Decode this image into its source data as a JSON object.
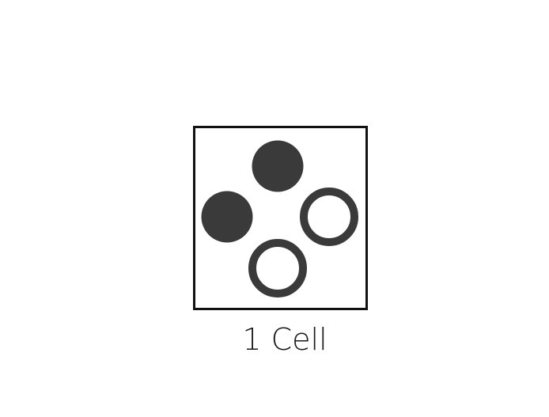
{
  "caption": "1 Cell",
  "colors": {
    "border": "#111111",
    "fill": "#ffffff",
    "dot": "#3a3a3a"
  },
  "cell": {
    "dots": [
      {
        "name": "dot-top",
        "filled": true
      },
      {
        "name": "dot-left",
        "filled": true
      },
      {
        "name": "dot-right",
        "filled": false
      },
      {
        "name": "dot-bottom",
        "filled": false
      }
    ]
  }
}
